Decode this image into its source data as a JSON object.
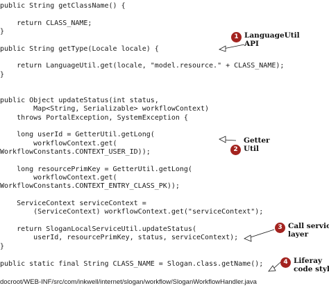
{
  "code_lines": [
    "public String getClassName() {",
    "",
    "    return CLASS_NAME;",
    "}",
    "",
    "public String getType(Locale locale) {",
    "",
    "    return LanguageUtil.get(locale, \"model.resource.\" + CLASS_NAME);",
    "}",
    "",
    "",
    "public Object updateStatus(int status,",
    "        Map<String, Serializable> workflowContext)",
    "    throws PortalException, SystemException {",
    "",
    "    long userId = GetterUtil.getLong(",
    "        workflowContext.get(",
    "WorkflowConstants.CONTEXT_USER_ID));",
    "",
    "    long resourcePrimKey = GetterUtil.getLong(",
    "        workflowContext.get(",
    "WorkflowConstants.CONTEXT_ENTRY_CLASS_PK));",
    "",
    "    ServiceContext serviceContext =",
    "        (ServiceContext) workflowContext.get(\"serviceContext\");",
    "",
    "    return SloganLocalServiceUtil.updateStatus(",
    "        userId, resourcePrimKey, status, serviceContext);",
    "}",
    "",
    "public static final String CLASS_NAME = Slogan.class.getName();"
  ],
  "callouts": [
    {
      "number": "1",
      "text": "LanguageUtil\nAPI"
    },
    {
      "number": "2",
      "text": "Getter\nUtil"
    },
    {
      "number": "3",
      "text": "Call service\nlayer"
    },
    {
      "number": "4",
      "text": "Liferay\ncode style"
    }
  ],
  "file_path": "docroot/WEB-INF/src/com/inkwell/internet/slogan/workflow/SloganWorkflowHandler.java",
  "colors": {
    "badge": "#a3231f",
    "text": "#1a1a1a"
  }
}
